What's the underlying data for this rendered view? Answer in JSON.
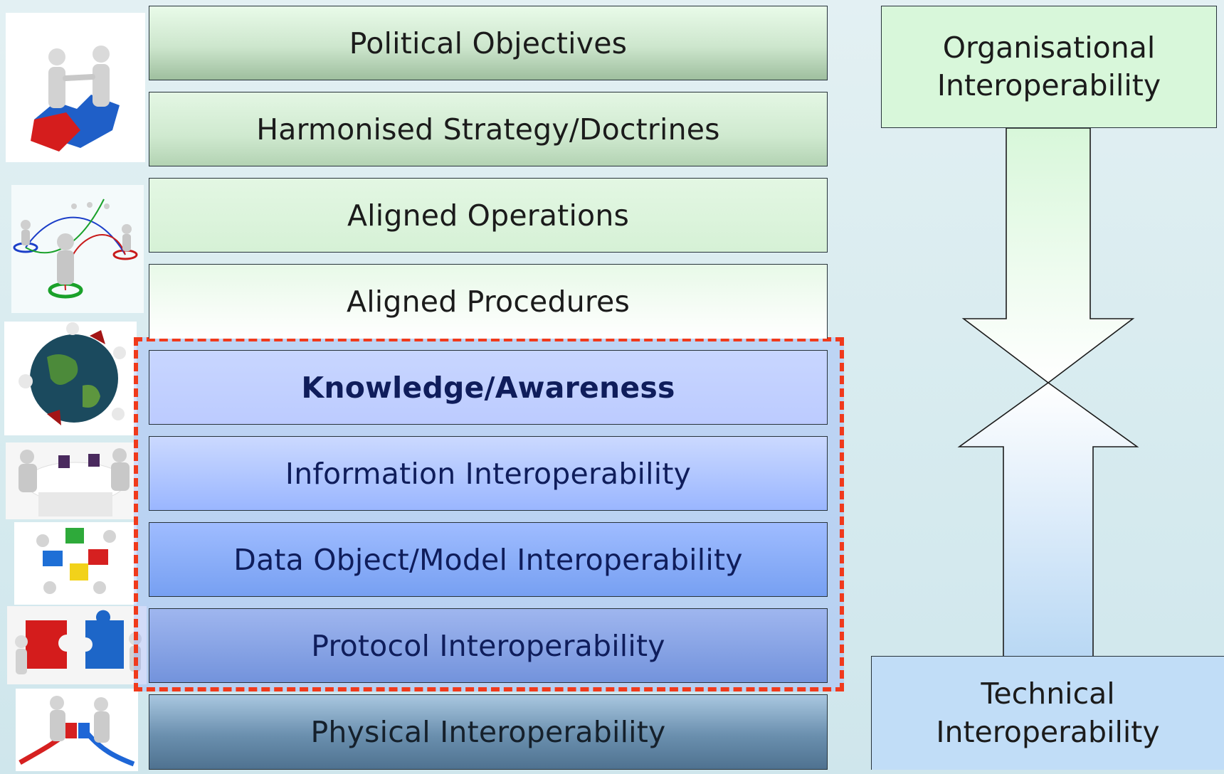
{
  "layers": {
    "political": "Political Objectives",
    "strategy": "Harmonised Strategy/Doctrines",
    "operations": "Aligned Operations",
    "procedures": "Aligned Procedures",
    "knowledge": "Knowledge/Awareness",
    "information": "Information Interoperability",
    "data_object": "Data Object/Model Interoperability",
    "protocol": "Protocol Interoperability",
    "physical": "Physical Interoperability"
  },
  "side": {
    "organisational": "Organisational Interoperability",
    "technical": "Technical Interoperability"
  },
  "colors": {
    "highlight_dash": "#f03a1c",
    "organisational_fill": "#d8f7da",
    "technical_fill": "#c1ddf7",
    "technical_text": "#0f1d5b"
  },
  "icons": [
    "handshake-puzzle-icon",
    "network-people-icon",
    "globe-people-icon",
    "meeting-table-icon",
    "puzzle-team-icon",
    "puzzle-pieces-icon",
    "plug-connect-icon"
  ]
}
